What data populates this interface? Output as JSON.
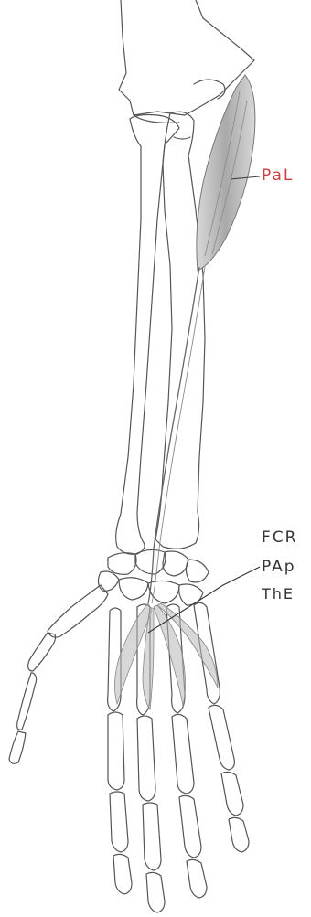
{
  "labels": {
    "palmaris_longus": "PaL",
    "flexor_carpi_radialis": "FCR",
    "palmar_aponeurosis": "PAp",
    "thenar_eminence": "ThE"
  },
  "colors": {
    "highlight_label": "#c84040",
    "outline": "#555555",
    "muscle_fill": "#bdbdbd",
    "background": "#ffffff"
  }
}
